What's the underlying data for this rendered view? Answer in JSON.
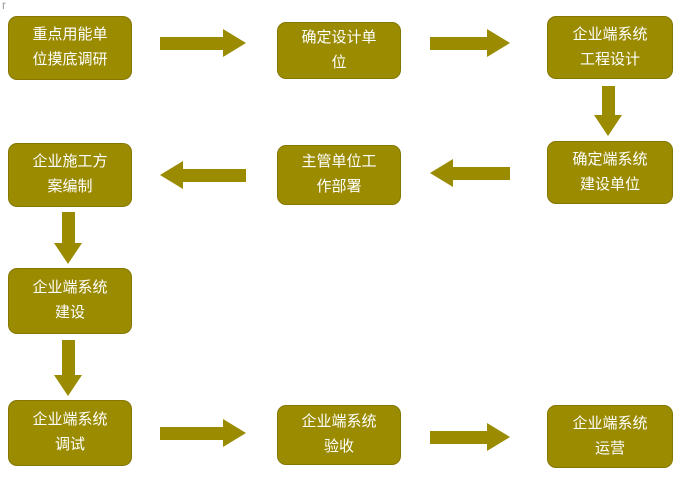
{
  "diagram": {
    "type": "flowchart",
    "accent_color": "#9a8b00",
    "node_text_color": "#ffffff",
    "background_color": "#ffffff",
    "corner_mark": "r"
  },
  "nodes": [
    {
      "id": "survey",
      "label": "重点用能单位摸底调研"
    },
    {
      "id": "design-unit",
      "label": "确定设计单位"
    },
    {
      "id": "system-design",
      "label": "企业端系统工程设计"
    },
    {
      "id": "construction-unit",
      "label": "确定端系统建设单位"
    },
    {
      "id": "work-deployment",
      "label": "主管单位工作部署"
    },
    {
      "id": "construction-plan",
      "label": "企业施工方案编制"
    },
    {
      "id": "system-build",
      "label": "企业端系统建设"
    },
    {
      "id": "system-debug",
      "label": "企业端系统调试"
    },
    {
      "id": "system-acceptance",
      "label": "企业端系统验收"
    },
    {
      "id": "system-operation",
      "label": "企业端系统运营"
    }
  ],
  "arrows": [
    {
      "from": "survey",
      "to": "design-unit",
      "direction": "right"
    },
    {
      "from": "design-unit",
      "to": "system-design",
      "direction": "right"
    },
    {
      "from": "system-design",
      "to": "construction-unit",
      "direction": "down"
    },
    {
      "from": "construction-unit",
      "to": "work-deployment",
      "direction": "left"
    },
    {
      "from": "work-deployment",
      "to": "construction-plan",
      "direction": "left"
    },
    {
      "from": "construction-plan",
      "to": "system-build",
      "direction": "down"
    },
    {
      "from": "system-build",
      "to": "system-debug",
      "direction": "down"
    },
    {
      "from": "system-debug",
      "to": "system-acceptance",
      "direction": "right"
    },
    {
      "from": "system-acceptance",
      "to": "system-operation",
      "direction": "right"
    }
  ]
}
